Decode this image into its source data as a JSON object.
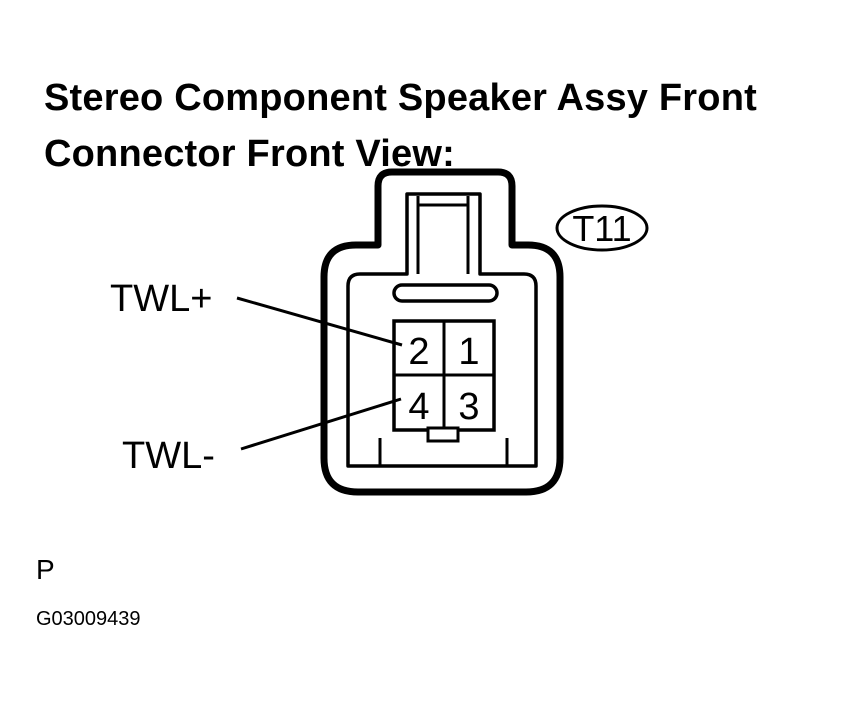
{
  "title": {
    "line1": "Stereo Component Speaker Assy Front",
    "line2": "Connector Front View:"
  },
  "connector": {
    "code": "T11",
    "pins": [
      {
        "number": "2"
      },
      {
        "number": "1"
      },
      {
        "number": "4"
      },
      {
        "number": "3"
      }
    ]
  },
  "labels": {
    "twl_plus": "TWL+",
    "twl_minus": "TWL-"
  },
  "footer": {
    "page_letter": "P",
    "figure_id": "G03009439"
  }
}
